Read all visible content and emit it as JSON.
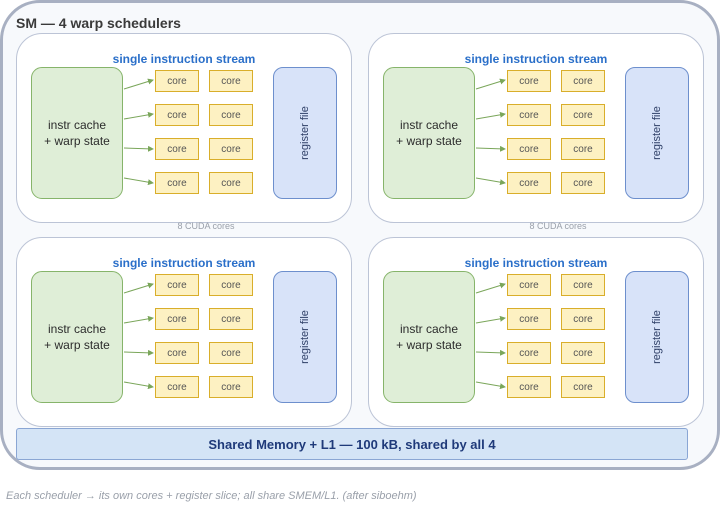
{
  "sm": {
    "title": "SM — 4 warp schedulers"
  },
  "schedulers": [
    {
      "stream_label": "single instruction stream",
      "instr_line1": "instr cache",
      "instr_line2": "+ warp state",
      "core_label": "core",
      "regfile_label": "register file",
      "cores_note": "8 CUDA cores"
    },
    {
      "stream_label": "single instruction stream",
      "instr_line1": "instr cache",
      "instr_line2": "+ warp state",
      "core_label": "core",
      "regfile_label": "register file",
      "cores_note": "8 CUDA cores"
    },
    {
      "stream_label": "single instruction stream",
      "instr_line1": "instr cache",
      "instr_line2": "+ warp state",
      "core_label": "core",
      "regfile_label": "register file",
      "cores_note": ""
    },
    {
      "stream_label": "single instruction stream",
      "instr_line1": "instr cache",
      "instr_line2": "+ warp state",
      "core_label": "core",
      "regfile_label": "register file",
      "cores_note": ""
    }
  ],
  "shared_memory": {
    "label": "Shared Memory + L1 — 100 kB, shared by all 4"
  },
  "caption": "Each scheduler → its own cores + register slice; all share SMEM/L1. (after siboehm)",
  "colors": {
    "instr_fill": "#dfeed7",
    "core_fill": "#fdf1c2",
    "regfile_fill": "#d8e3f9",
    "stream_text": "#2a6fc9"
  }
}
